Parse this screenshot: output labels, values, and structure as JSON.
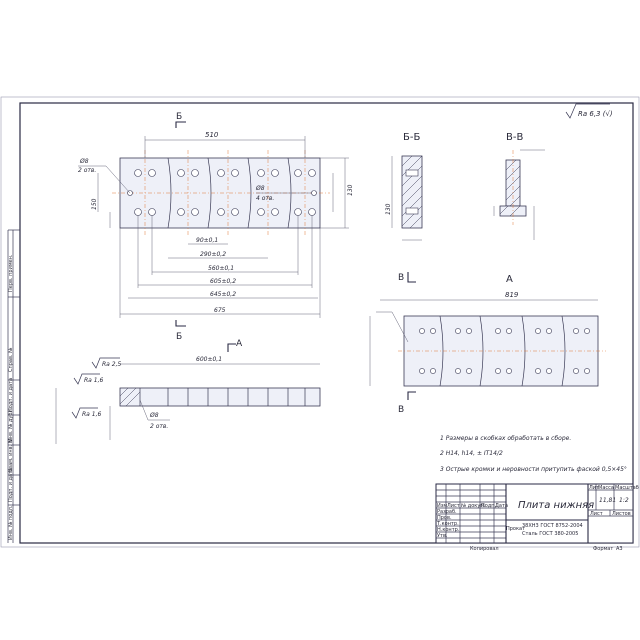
{
  "title_block": {
    "part_name": "Плита нижняя",
    "material_line1": "38ХН3 ГОСТ 8752-2004",
    "material_line2": "Сталь ГОСТ 380-2005",
    "material_prefix": "Прокат",
    "mass_header": "Масса",
    "scale_header": "Масштаб",
    "lit_header": "Лит.",
    "mass_value": "11,81",
    "scale_value": "1:2",
    "sheet_label": "Лист",
    "sheets_label": "Листов",
    "format_label": "Формат",
    "format_value": "А3",
    "copied_label": "Копировал",
    "rows": [
      "Изм",
      "Лист",
      "№ докум.",
      "Подп.",
      "Дата"
    ],
    "roles": [
      "Разраб.",
      "Пров.",
      "Т.контр.",
      "Н.контр.",
      "Утв."
    ]
  },
  "side_column": [
    "Перв. примен.",
    "Справ. №",
    "Подп. и дата",
    "Инв. № дубл.",
    "Взам. инв. №",
    "Подп. и дата",
    "Инв. № подл."
  ],
  "roughness": {
    "top_right": "Ra 6,3 (√)"
  },
  "views": {
    "section_bb": "Б-Б",
    "section_vv": "В-В",
    "view_a": "А",
    "arrow_b": "Б",
    "arrow_a": "А",
    "arrow_v": "В"
  },
  "dimensions": {
    "d510": "510",
    "d675": "675",
    "d645": "645±0,2",
    "d605": "605±0,2",
    "d560": "560±0,1",
    "d290": "290±0,2",
    "d90": "90±0,1",
    "d130": "130",
    "d150": "150",
    "d819": "819",
    "d600": "600±0,1",
    "holes_left": "Ø8",
    "holes_left_note": "2 отв.",
    "holes_right": "Ø8",
    "holes_right_note": "4 отв."
  },
  "notes": [
    "1 Размеры в скобках обработать в сборе.",
    "2 H14, h14, ± IT14/2",
    "3 Острые кромки и неровности притупить фаской 0,5×45°"
  ]
}
